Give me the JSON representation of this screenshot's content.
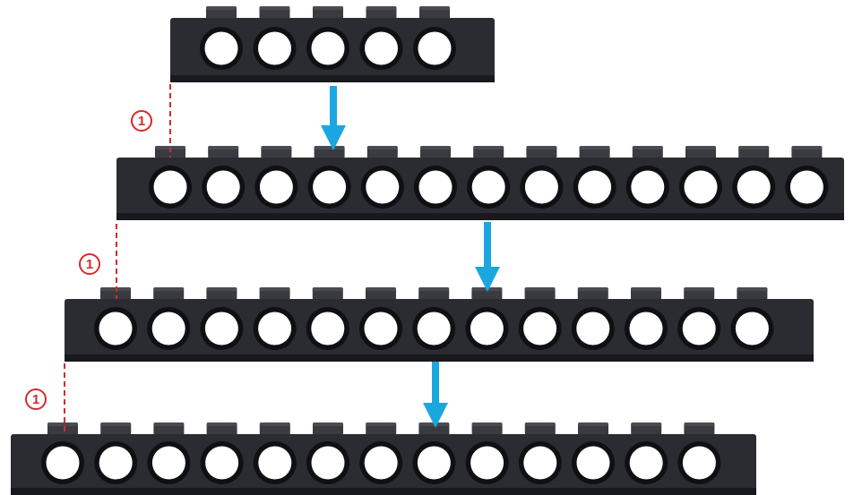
{
  "colors": {
    "brick": "#2b2c31",
    "brick_top": "#3a3b41",
    "brick_shadow": "#18191c",
    "hole": "#ffffff",
    "hole_rim": "#0f1013",
    "arrow": "#1aa7e0",
    "callout": "#d62a2a"
  },
  "bricks": [
    {
      "id": "brick-1",
      "holes": 5
    },
    {
      "id": "brick-2",
      "holes": 13
    },
    {
      "id": "brick-3",
      "holes": 13
    },
    {
      "id": "brick-4",
      "holes": 13
    }
  ],
  "callouts": [
    {
      "label": "1"
    },
    {
      "label": "1"
    },
    {
      "label": "1"
    }
  ],
  "arrows": [
    {
      "from": "brick-1",
      "to": "brick-2"
    },
    {
      "from": "brick-2",
      "to": "brick-3"
    },
    {
      "from": "brick-3",
      "to": "brick-4"
    }
  ]
}
